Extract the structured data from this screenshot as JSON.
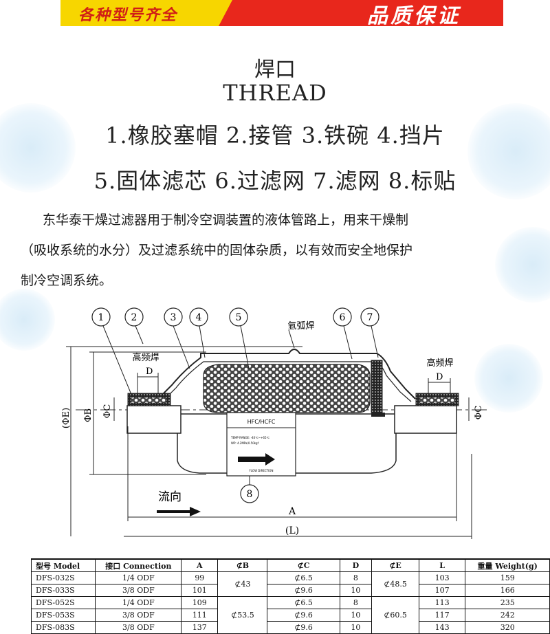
{
  "banner": {
    "left_text": "各种型号齐全",
    "right_text": "品质保证"
  },
  "heading": {
    "cn": "焊口",
    "en": "THREAD"
  },
  "parts_line_1": "1.橡胶塞帽 2.接管 3.铁碗 4.挡片",
  "parts_line_2": "5.固体滤芯 6.过滤网 7.滤网 8.标贴",
  "description": [
    "东华泰干燥过滤器用于制冷空调装置的液体管路上，用来干燥制",
    "（吸收系统的水分）及过滤系统中的固体杂质，以有效而安全地保护",
    "制冷空调系统。"
  ],
  "diagram": {
    "callouts": [
      "1",
      "2",
      "3",
      "4",
      "5",
      "6",
      "7",
      "8"
    ],
    "weld_arc": "氩弧焊",
    "weld_high_freq": "高频焊",
    "dim_d": "D",
    "dim_phi_e": "(ΦE)",
    "dim_phi_b": "ΦB",
    "dim_phi_c": "ΦC",
    "dim_a": "A",
    "dim_l": "(L)",
    "flow_label": "流向",
    "label_title": "HFC/HCFC",
    "label_temp": "TEMP RANGE: -40℃~+65℃",
    "label_wp": "WP: 4.2MPa/0.50kgf",
    "label_flow": "FLOW DIRECTION"
  },
  "table": {
    "headers": [
      "型号 Model",
      "接口 Connection",
      "A",
      "⊄B",
      "⊄C",
      "D",
      "⊄E",
      "L",
      "重量 Weight(g)"
    ],
    "rows": [
      [
        "DFS-032S",
        "1/4 ODF",
        "99",
        "⊄43",
        "⊄6.5",
        "8",
        "⊄48.5",
        "103",
        "159"
      ],
      [
        "DFS-033S",
        "3/8 ODF",
        "101",
        "",
        "⊄9.6",
        "10",
        "",
        "107",
        "166"
      ],
      [
        "DFS-052S",
        "1/4 ODF",
        "109",
        "⊄53.5",
        "⊄6.5",
        "8",
        "⊄60.5",
        "113",
        "235"
      ],
      [
        "DFS-053S",
        "3/8 ODF",
        "111",
        "",
        "⊄9.6",
        "10",
        "",
        "117",
        "242"
      ],
      [
        "DFS-083S",
        "3/8 ODF",
        "137",
        "",
        "⊄9.6",
        "10",
        "",
        "143",
        "320"
      ]
    ]
  }
}
